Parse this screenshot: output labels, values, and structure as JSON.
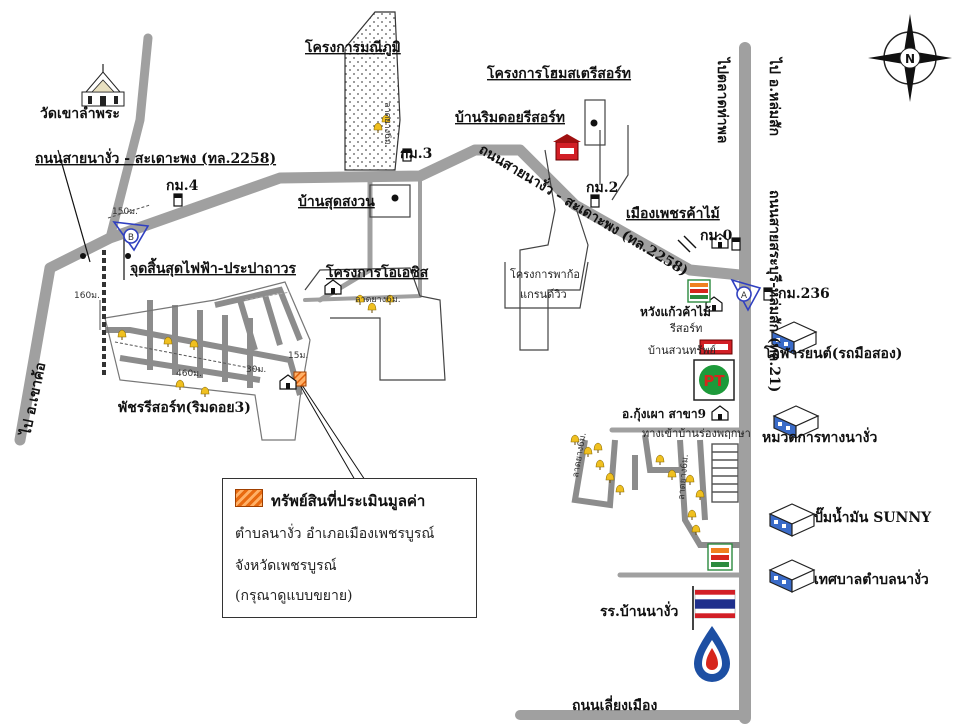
{
  "labels": {
    "wat": "วัดเขาลำพระ",
    "road_main": "ถนนสายนางั่ว - สะเดาะพง (ทล.2258)",
    "road_main_diag": "ถนนสายนางั่ว - สะเดาะพง (ทล.2258)",
    "road_vertical": "ถนนสายสระบุรี-หล่มสัก (ทล.21)",
    "to_lomsak": "ไป อ.หล่มสัก",
    "to_talad": "ไปตลาดท่าพล",
    "to_khaokho": "ไป อ.เขาค้อ",
    "km4": "กม.4",
    "km3": "กม.3",
    "km2": "กม.2",
    "km0": "กม.0",
    "km236": "กม.236",
    "project_manee": "โครงการมณีภูมิ",
    "project_home": "โครงการโฮมสเตรีสอร์ท",
    "baan_rim": "บ้านริมดอยรีสอร์ท",
    "baan_sud": "บ้านสุดสงวน",
    "mueang": "เมืองเพชรค้าไม้",
    "project_oasis": "โครงการโอเอซิส",
    "project_pak": "โครงการพาก้อ",
    "baan_view": "แกรนด์วิว",
    "electric": "จุดสิ้นสุดไฟฟ้า-ประปาถาวร",
    "pat_resort": "พัชรรีสอร์ท(ริมดอย3)",
    "wang": "หวังแก้วค้าไม้",
    "resort": "รีสอร์ท",
    "baan_sw": "บ้านสวนทรัพย์",
    "oh_car": "โอฬารยนต์(รถมือสอง)",
    "highway_unit": "หมวดการทางนางั่ว",
    "kung": "อ.กุ้งเผา สาขา9",
    "entry": "ทางเข้าบ้านร่องพฤกษา",
    "sunny": "ปั๊มน้ำมัน SUNNY",
    "tessaban": "เทศบาลตำบลนางั่ว",
    "school": "รร.บ้านนางั่ว",
    "ring_road": "ถนนเลี่ยงเมือง",
    "d150": "150ม.",
    "d160": "160ม.",
    "d460": "460ม.",
    "d30": "30ม.",
    "d15": "15ม.",
    "soi_a": "ลาดยาง6ม.",
    "soi_b": "ลาดยาง6ม.",
    "soi_c": "ลาดยาง6ม.",
    "soi_d": "ลาดยาง6ม.",
    "marker_a": "A",
    "marker_b": "B",
    "compass_n": "N",
    "pt_logo": "PT"
  },
  "legend": {
    "title": "ทรัพย์สินที่ประเมินมูลค่า",
    "line1": "ตำบลนางั่ว อำเภอเมืองเพชรบูรณ์",
    "line2": "จังหวัดเพชรบูรณ์",
    "line3": "(กรุณาดูแบบขยาย)"
  },
  "colors": {
    "road": "#a0a0a0",
    "subject": "#e86a10",
    "marker": "#3040c0",
    "flag_red": "#d21f26",
    "flag_blue": "#1f2f8c",
    "ptt_blue": "#1d4fa3",
    "ptt_red": "#d6261d",
    "pt_green": "#1d9a3a",
    "seven_green": "#2c8a3e",
    "seven_orange": "#f08020",
    "seven_red": "#d7261d"
  },
  "icons": {
    "wat": "temple-icon",
    "compass": "compass-icon",
    "km_post": "km-post-icon",
    "building": "building-icon",
    "seven_eleven": "seven-eleven-icon",
    "pt_station": "pt-station-icon",
    "ptt_station": "ptt-station-icon",
    "flag": "thai-flag-icon"
  }
}
